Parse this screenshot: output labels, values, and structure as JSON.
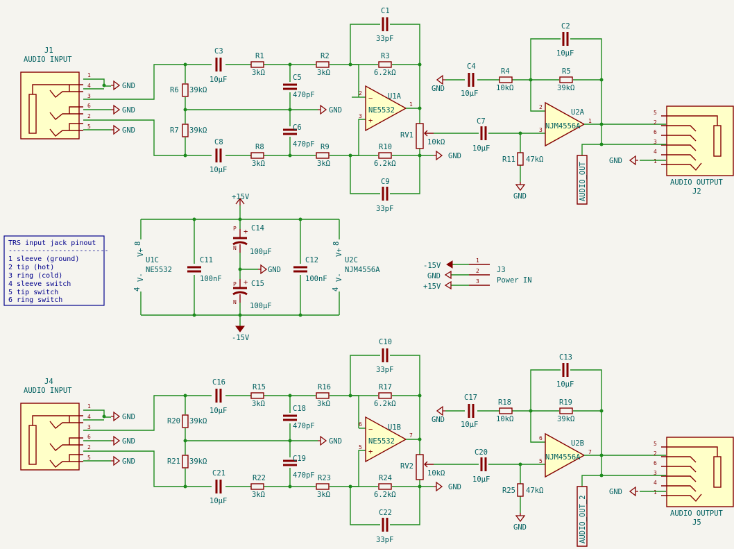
{
  "gnd": "GND",
  "ch1": {
    "j_in_ref": "J1",
    "j_in_val": "AUDIO INPUT",
    "c_a_ref": "C3",
    "c_b_ref": "C8",
    "cap_val": "10µF",
    "ra_ref": "R1",
    "rb_ref": "R8",
    "rc_ref": "R2",
    "rd_ref": "R9",
    "r3k": "3kΩ",
    "rt_ref": "R6",
    "rbot_ref": "R7",
    "r39": "39kΩ",
    "c5_ref": "C5",
    "c6_ref": "C6",
    "c470": "470pF",
    "cf1_ref": "C1",
    "cf2_ref": "C9",
    "c33": "33pF",
    "rf1_ref": "R3",
    "rf2_ref": "R10",
    "r62": "6.2kΩ",
    "u1_ref": "U1A",
    "u1_val": "NE5532",
    "u1_pin_inv": "2",
    "u1_pin_non": "3",
    "u1_pin_out": "1",
    "rv_ref": "RV1",
    "rv_val": "10kΩ",
    "c_in2_ref": "C4",
    "r_in2_ref": "R4",
    "r10k": "10kΩ",
    "c_f2_ref": "C2",
    "r_f2_ref": "R5",
    "r39k": "39kΩ",
    "c_cpl_ref": "C7",
    "r_bias_ref": "R11",
    "r47": "47kΩ",
    "u2_ref": "U2A",
    "u2_val": "NJM4556A",
    "u2_pin_inv": "2",
    "u2_pin_non": "3",
    "u2_pin_out": "1",
    "label_out": "AUDIO_OUT",
    "j_out_ref": "J2",
    "j_out_val": "AUDIO OUTPUT",
    "j_in_pins": [
      "1",
      "4",
      "3",
      "6",
      "2",
      "5"
    ],
    "j_out_pins": [
      "5",
      "2",
      "6",
      "3",
      "4",
      "1"
    ]
  },
  "ch2": {
    "j_in_ref": "J4",
    "j_in_val": "AUDIO INPUT",
    "c_a_ref": "C16",
    "c_b_ref": "C21",
    "cap_val": "10µF",
    "ra_ref": "R15",
    "rb_ref": "R22",
    "rc_ref": "R16",
    "rd_ref": "R23",
    "r3k": "3kΩ",
    "rt_ref": "R20",
    "rbot_ref": "R21",
    "r39": "39kΩ",
    "c5_ref": "C18",
    "c6_ref": "C19",
    "c470": "470pF",
    "cf1_ref": "C10",
    "cf2_ref": "C22",
    "c33": "33pF",
    "rf1_ref": "R17",
    "rf2_ref": "R24",
    "r62": "6.2kΩ",
    "u1_ref": "U1B",
    "u1_val": "NE5532",
    "u1_pin_inv": "6",
    "u1_pin_non": "5",
    "u1_pin_out": "7",
    "rv_ref": "RV2",
    "rv_val": "10kΩ",
    "c_in2_ref": "C17",
    "r_in2_ref": "R18",
    "r10k": "10kΩ",
    "c_f2_ref": "C13",
    "r_f2_ref": "R19",
    "r39k": "39kΩ",
    "c_cpl_ref": "C20",
    "r_bias_ref": "R25",
    "r47": "47kΩ",
    "u2_ref": "U2B",
    "u2_val": "NJM4556A",
    "u2_pin_inv": "6",
    "u2_pin_non": "5",
    "u2_pin_out": "7",
    "label_out": "AUDIO_OUT_2",
    "j_out_ref": "J5",
    "j_out_val": "AUDIO OUTPUT",
    "j_in_pins": [
      "1",
      "4",
      "3",
      "6",
      "2",
      "5"
    ],
    "j_out_pins": [
      "5",
      "2",
      "6",
      "3",
      "4",
      "1"
    ]
  },
  "power": {
    "p15": "+15V",
    "m15": "-15V",
    "u1c_ref": "U1C",
    "u1c_val": "NE5532",
    "u2c_ref": "U2C",
    "u2c_val": "NJM4556A",
    "vplus": "V+",
    "vminus": "V-",
    "pin8": "8",
    "pin4": "4",
    "c11_ref": "C11",
    "c12_ref": "C12",
    "c100n": "100nF",
    "c14_ref": "C14",
    "c15_ref": "C15",
    "c100u": "100µF",
    "pol_p": "P",
    "pol_n": "N"
  },
  "conn": {
    "j3_ref": "J3",
    "j3_val": "Power IN",
    "n_m15": "-15V",
    "n_gnd": "GND",
    "n_p15": "+15V",
    "pins": [
      "1",
      "2",
      "3"
    ]
  },
  "note": {
    "title": "TRS input jack pinout",
    "rule": "------------------------",
    "lines": [
      "1 sleeve (ground)",
      "2 tip (hot)",
      "3 ring (cold)",
      "4 sleeve switch",
      "5 tip switch",
      "6 ring switch"
    ]
  }
}
